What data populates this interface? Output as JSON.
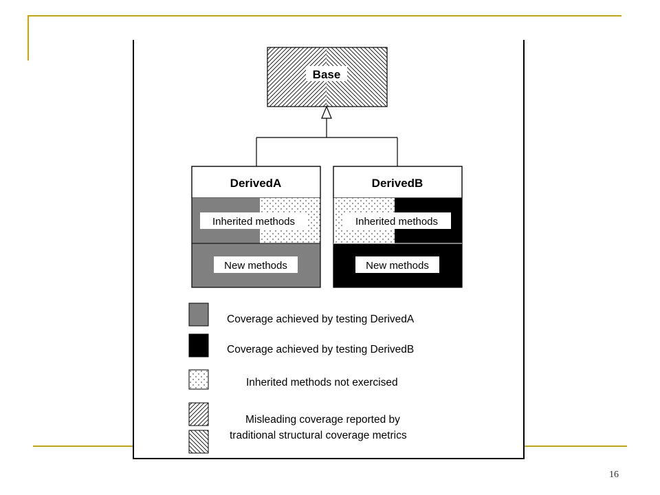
{
  "diagram": {
    "base_label": "Base",
    "classes": [
      {
        "name": "DerivedA",
        "inherited_label": "Inherited methods",
        "new_label": "New methods"
      },
      {
        "name": "DerivedB",
        "inherited_label": "Inherited methods",
        "new_label": "New methods"
      }
    ],
    "legend": [
      {
        "pattern": "gray",
        "text": "Coverage achieved by testing DerivedA"
      },
      {
        "pattern": "black",
        "text": "Coverage achieved by testing DerivedB"
      },
      {
        "pattern": "dots",
        "text": "Inherited methods not exercised"
      },
      {
        "pattern": "hatch-forward",
        "text": "Misleading coverage reported by"
      },
      {
        "pattern": "hatch-back",
        "text": "traditional structural coverage metrics"
      }
    ]
  },
  "colors": {
    "accent": "#c8a800",
    "gray_fill": "#808080",
    "black_fill": "#000000"
  },
  "page_number": "16"
}
